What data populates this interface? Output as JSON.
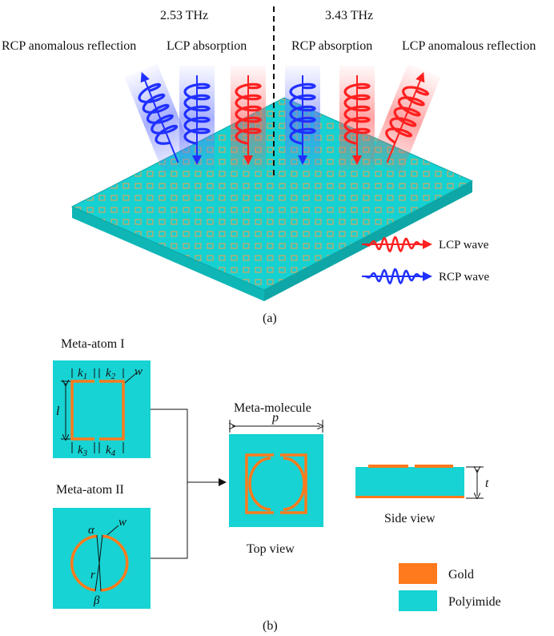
{
  "panel_a": {
    "freq_left": "2.53 THz",
    "freq_right": "3.43 THz",
    "beam_labels": [
      "RCP anomalous reflection",
      "LCP absorption",
      "RCP absorption",
      "LCP anomalous reflection"
    ],
    "legend": [
      {
        "label": "LCP wave",
        "color": "#ff2020"
      },
      {
        "label": "RCP wave",
        "color": "#2030ff"
      }
    ],
    "caption": "(a)"
  },
  "panel_b": {
    "meta_atom_1": {
      "title": "Meta-atom I",
      "symbols": {
        "k1": "k",
        "k1_sub": "1",
        "k2": "k",
        "k2_sub": "2",
        "k3": "k",
        "k3_sub": "3",
        "k4": "k",
        "k4_sub": "4",
        "l": "l",
        "w": "w"
      }
    },
    "meta_atom_2": {
      "title": "Meta-atom II",
      "symbols": {
        "alpha": "α",
        "beta": "β",
        "r": "r",
        "w": "w"
      }
    },
    "meta_molecule": {
      "title": "Meta-molecule",
      "period": "p",
      "caption": "Top view"
    },
    "side_view": {
      "thickness": "t",
      "caption": "Side view"
    },
    "legend": [
      {
        "label": "Gold",
        "color": "#ff7a1c"
      },
      {
        "label": "Polyimide",
        "color": "#17d3d3"
      }
    ],
    "caption": "(b)"
  }
}
